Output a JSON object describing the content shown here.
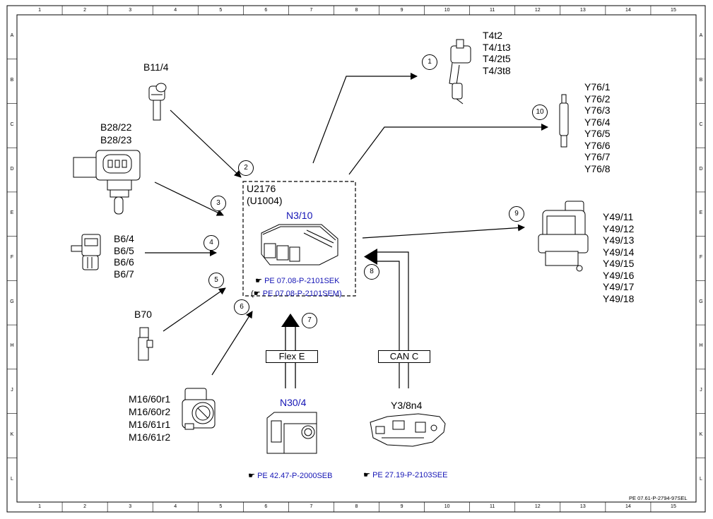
{
  "grid": {
    "columns": [
      "1",
      "2",
      "3",
      "4",
      "5",
      "6",
      "7",
      "8",
      "9",
      "10",
      "11",
      "12",
      "13",
      "14",
      "15"
    ],
    "rows": [
      "A",
      "B",
      "C",
      "D",
      "E",
      "F",
      "G",
      "H",
      "J",
      "K",
      "L"
    ]
  },
  "ecu": {
    "title_line1": "U2176",
    "title_line2": "(U1004)",
    "name": "N3/10",
    "ref1": "PE 07.08-P-2101SEK",
    "ref2_prefix": "(",
    "ref2": "PE 07.08-P-2101SEM)"
  },
  "components": {
    "b11_4": "B11/4",
    "b28": [
      "B28/22",
      "B28/23"
    ],
    "b6": [
      "B6/4",
      "B6/5",
      "B6/6",
      "B6/7"
    ],
    "b70": "B70",
    "m16": [
      "M16/60r1",
      "M16/60r2",
      "M16/61r1",
      "M16/61r2"
    ],
    "n30_4": "N30/4",
    "n30_4_ref": "PE 42.47-P-2000SEB",
    "y3_8n4": "Y3/8n4",
    "y3_8n4_ref": "PE 27.19-P-2103SEE",
    "t4": [
      "T4t2",
      "T4/1t3",
      "T4/2t5",
      "T4/3t8"
    ],
    "y76": [
      "Y76/1",
      "Y76/2",
      "Y76/3",
      "Y76/4",
      "Y76/5",
      "Y76/6",
      "Y76/7",
      "Y76/8"
    ],
    "y49": [
      "Y49/11",
      "Y49/12",
      "Y49/13",
      "Y49/14",
      "Y49/15",
      "Y49/16",
      "Y49/17",
      "Y49/18"
    ]
  },
  "buses": {
    "flex_e": "Flex E",
    "can_c": "CAN C"
  },
  "callouts": [
    "1",
    "2",
    "3",
    "4",
    "5",
    "6",
    "7",
    "8",
    "9",
    "10"
  ],
  "document_number": "PE 07.61-P-2794-97SEL",
  "colors": {
    "reference_blue": "#1515b5",
    "line": "#000000"
  },
  "icons": {
    "reference": "pointing-hand-icon"
  }
}
